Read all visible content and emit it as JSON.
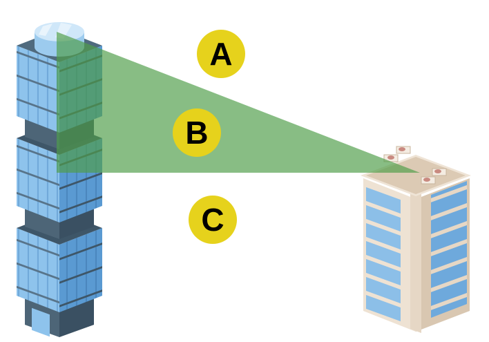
{
  "labels": {
    "a": "A",
    "b": "B",
    "c": "C"
  },
  "colors": {
    "label_badge": "#e6d21c",
    "sight_triangle": "#4f9e4a",
    "glass_light": "#8ec3ec",
    "glass_dark": "#5a9ad2",
    "core_dark": "#3e5668",
    "facade_beige": "#e6d7c5",
    "roof_beige": "#dccab4"
  }
}
